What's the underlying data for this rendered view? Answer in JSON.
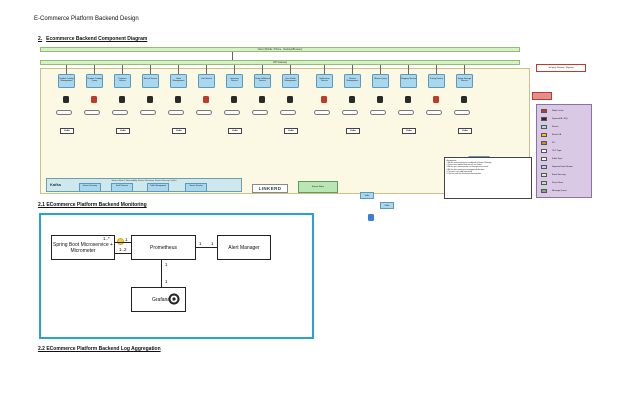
{
  "document": {
    "title": "E-Commerce Platform Backend Design"
  },
  "sections": {
    "components": {
      "number": "2.",
      "title": "Ecommerce Backend Component Diagram"
    },
    "monitoring": {
      "title": "2.1 ECommerce Platform Backend Monitoring"
    },
    "logging": {
      "title": "2.2 ECommerce Platform Backend Log Aggregation"
    }
  },
  "component_diagram": {
    "client_bar": "Client (Mobile / Phone - Desktop/Browser)",
    "gateway_bar": "API Gateway",
    "external_button": "3rd party Delivery / Shipping",
    "services": [
      "Product Catalog Management",
      "Product Catalog Query",
      "Payment Service",
      "Search Service",
      "Order Management",
      "Cart Service",
      "Inventory Service",
      "Order Fulfillment Service",
      "User Profile Management",
      "Notification Service",
      "Review Management",
      "Review Query",
      "Shipping Service",
      "Pricing Service",
      "Image Storage Service"
    ],
    "kafka_label": "Kafka",
    "stream_processor": "Review Stream Processor",
    "mesh": {
      "title": "Service Mesh ( Observability, Service Discovery, Service Security, Traffic)",
      "chips": [
        "Service Discovery",
        "Fault Tolerance",
        "Traffic Management",
        "Service Security"
      ]
    },
    "linkerd": "LINKERD",
    "secret_store": "Secret Store",
    "kafka_box_1": "Kafka",
    "kafka_box_2": "Kafka",
    "notes": [
      "Assumptions:",
      "1. All the communication are configured as Event / Message",
      "2. Event store updated from service via Outbox",
      "3. All the sync communication are through service mesh",
      "4. All the data retention are managed with backups",
      "5. Services are scaled horizontally",
      "6. Service mesh for all internal communication"
    ],
    "legend": [
      {
        "label": "Redis Cache",
        "color": "#c0392b"
      },
      {
        "label": "DynamoDB / SQL",
        "color": "#2a2a2a"
      },
      {
        "label": "Service",
        "color": "#a9d8ee"
      },
      {
        "label": "Elastic DB",
        "color": "#f1c40f"
      },
      {
        "label": "S3",
        "color": "#e67e22"
      },
      {
        "label": "CDC Topic",
        "color": "#ffffff"
      },
      {
        "label": "Kafka Topic",
        "color": "#ffffff"
      },
      {
        "label": "Separate Event Stream",
        "color": "#a9d8ee"
      },
      {
        "label": "Event Sourcing",
        "color": "#d8f0c8"
      },
      {
        "label": "Secret Store",
        "color": "#b8e7b4"
      },
      {
        "label": "Message Queue",
        "color": "#7bb26a"
      }
    ]
  },
  "monitoring_diagram": {
    "spring_boot": "Spring Boot Microservice + Micrometer",
    "prometheus": "Prometheus",
    "alert_manager": "Alert Manager",
    "grafana": "Grafana",
    "edge_labels": {
      "sb_prom_left": "1..*",
      "sb_prom_right": "1",
      "prom_sb": "1..2",
      "prom_alert_left": "1",
      "prom_alert_right": "1",
      "grafana_prom": "1",
      "grafana_prom_2": "1"
    }
  }
}
